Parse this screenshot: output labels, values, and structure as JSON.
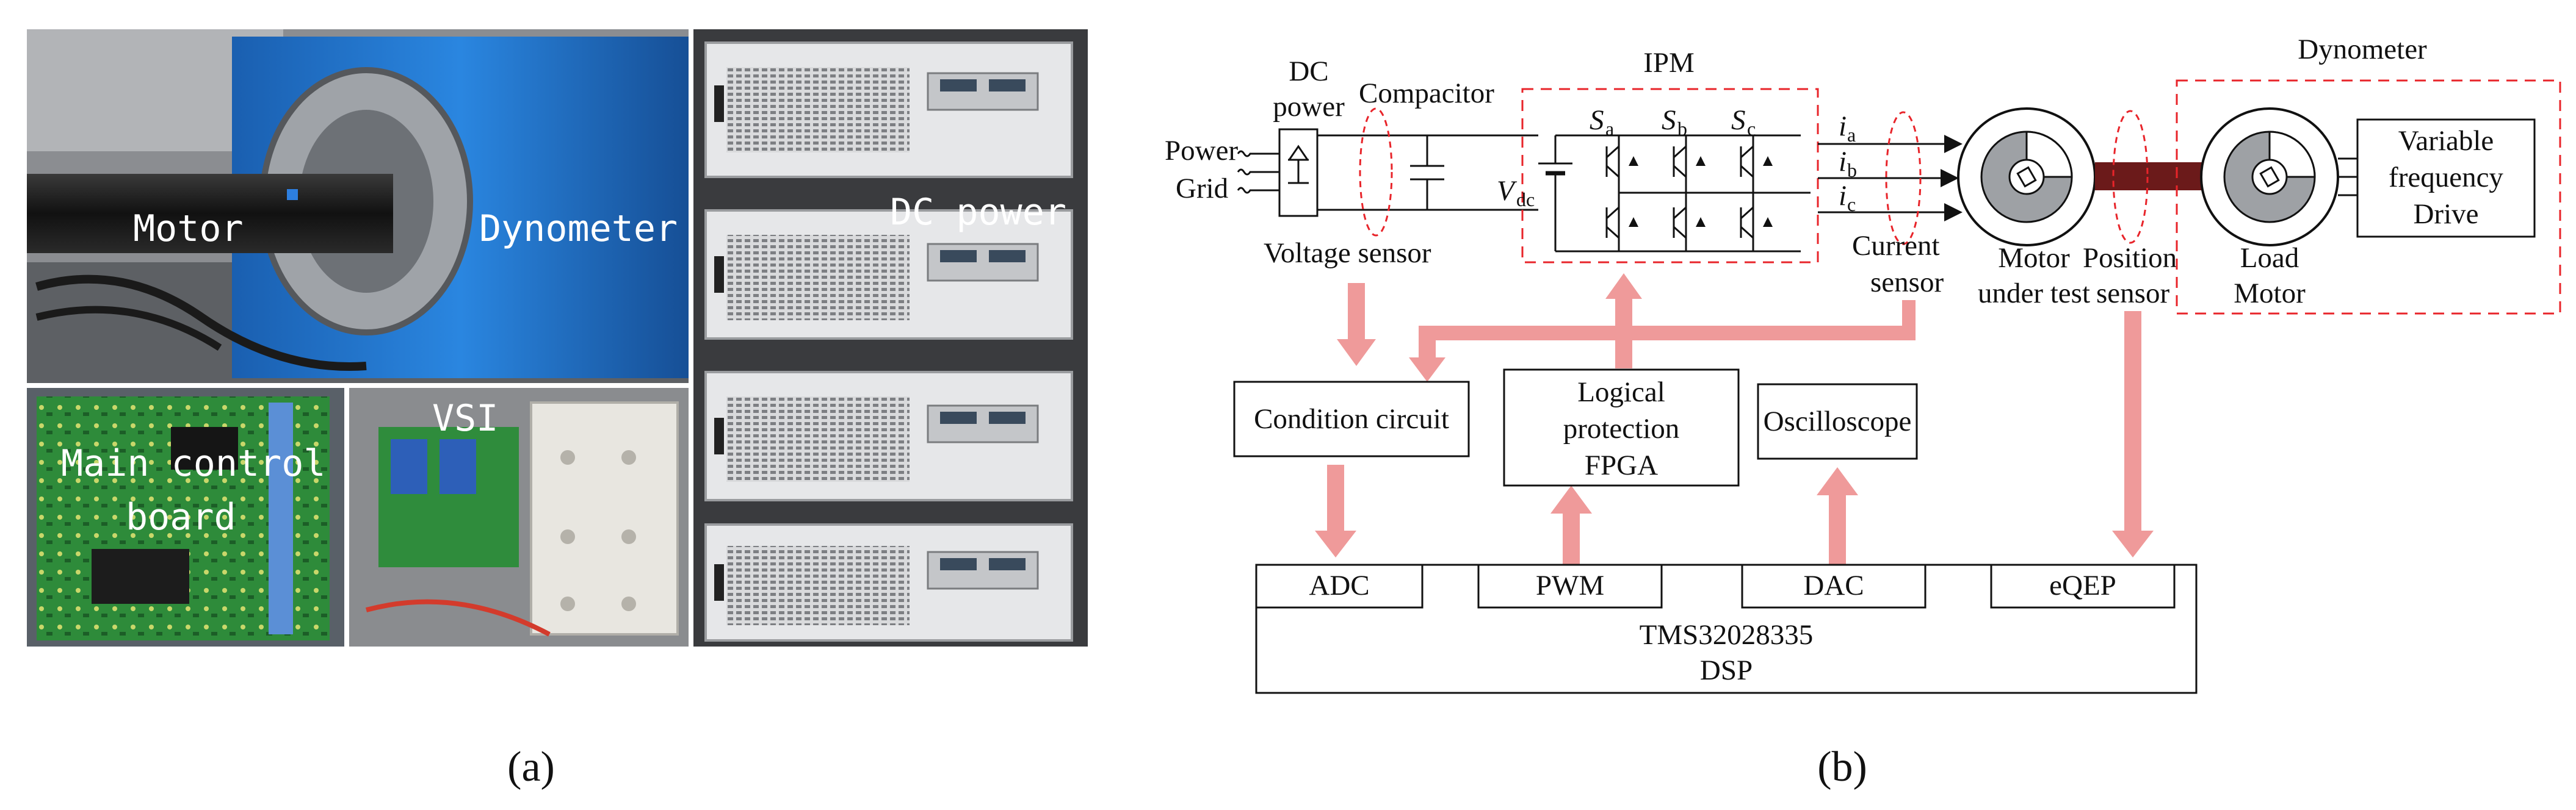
{
  "figure": {
    "panel_a": {
      "caption": "(a)",
      "photo_labels": {
        "motor": "Motor",
        "dynometer": "Dynometer",
        "dc_power": "DC power",
        "vsi": "VSI",
        "main_control_line1": "Main control",
        "main_control_line2": "board"
      }
    },
    "panel_b": {
      "caption": "(b)",
      "labels": {
        "dc_power_line1": "DC",
        "dc_power_line2": "power",
        "power": "Power",
        "grid": "Grid",
        "compacitor": "Compacitor",
        "ipm": "IPM",
        "vdc_main": "V",
        "vdc_sub": "dc",
        "sa": "S",
        "sa_sub": "a",
        "sb": "S",
        "sb_sub": "b",
        "sc": "S",
        "sc_sub": "c",
        "ia": "i",
        "ia_sub": "a",
        "ib": "i",
        "ib_sub": "b",
        "ic": "i",
        "ic_sub": "c",
        "voltage_sensor": "Voltage sensor",
        "current_sensor_line1": "Current",
        "current_sensor_line2": "sensor",
        "motor_under_test_line1": "Motor",
        "motor_under_test_line2": "under test",
        "position_sensor_line1": "Position",
        "position_sensor_line2": "sensor",
        "load_motor_line1": "Load",
        "load_motor_line2": "Motor",
        "dynometer": "Dynometer",
        "vfd_line1": "Variable",
        "vfd_line2": "frequency",
        "vfd_line3": "Drive",
        "condition_circuit": "Condition circuit",
        "logical_line1": "Logical",
        "logical_line2": "protection",
        "logical_line3": "FPGA",
        "oscilloscope": "Oscilloscope",
        "adc": "ADC",
        "pwm": "PWM",
        "dac": "DAC",
        "eqep": "eQEP",
        "dsp_line1": "TMS32028335",
        "dsp_line2": "DSP"
      }
    }
  },
  "colors": {
    "arrow": "#ef9a9a",
    "dash_outline": "#e8242a",
    "shaft": "#6b1a1a",
    "motor_blue": "#1f6fc9",
    "pcb_green": "#2e8b3a"
  }
}
